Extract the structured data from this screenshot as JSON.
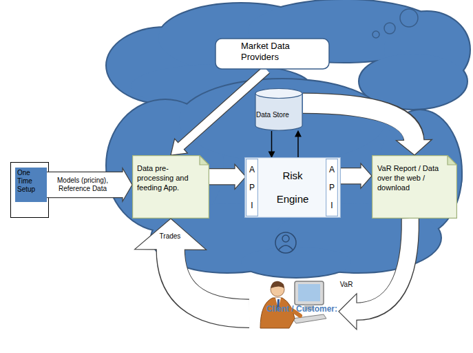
{
  "diagram": {
    "nodes": [
      {
        "text": [
          "Market Data Providers"
        ]
      },
      {
        "text": [
          "Data Store"
        ]
      },
      {
        "text": [
          "One Time Setup"
        ]
      },
      {
        "text": [
          "Data pre-processing and feeding App."
        ]
      },
      {
        "text": [
          "Risk Engine"
        ]
      },
      {
        "text": [
          "A P I"
        ],
        "in": 4
      },
      {
        "text": [
          "A P I"
        ],
        "in": 4
      },
      {
        "text": [
          "VaR Report / Data over the web / download"
        ]
      },
      {
        "text": [
          "Client / Customer:"
        ]
      }
    ],
    "edges": [
      {
        "from": 0,
        "to": 3,
        "arrow": "to"
      },
      {
        "from": 2,
        "to": 3,
        "label": "Models (pricing), Reference Data",
        "arrow": "to"
      },
      {
        "from": 3,
        "to": 5,
        "arrow": "to"
      },
      {
        "from": 1,
        "to": 4,
        "arrow": "to"
      },
      {
        "from": 4,
        "to": 1,
        "arrow": "to"
      },
      {
        "from": 6,
        "to": 7,
        "arrow": "to"
      },
      {
        "from": 1,
        "to": 7,
        "arrow": "to"
      },
      {
        "from": 7,
        "to": 8,
        "label": "VaR",
        "arrow": "to"
      },
      {
        "from": 8,
        "to": 3,
        "label": "Trades",
        "arrow": "to"
      }
    ]
  }
}
